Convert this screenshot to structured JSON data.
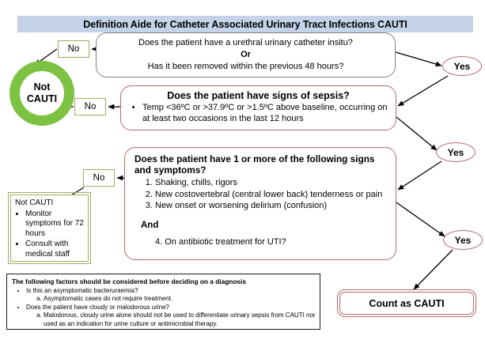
{
  "title": {
    "text": "Definition Aide for Catheter Associated Urinary Tract Infections CAUTI",
    "banner_color": "#c5d3e8"
  },
  "colors": {
    "banner": "#c5d3e8",
    "green_ring": "#7dc242",
    "olive_border": "#a5ab60",
    "red_border": "#b5696e",
    "gray_border": "#808080",
    "black": "#000000"
  },
  "question1": {
    "line1": "Does the patient have a urethral urinary catheter insitu?",
    "or": "Or",
    "line2": "Has it been removed within the previous 48 hours?"
  },
  "question2": {
    "heading": "Does the patient have signs of sepsis?",
    "bullets": [
      "Temp <36ºC or >37.9ºC or >1.5ºC above baseline, occurring on at least two occasions in the last 12 hours"
    ]
  },
  "question3": {
    "heading": "Does the patient have 1 or more of the following signs and symptoms?",
    "numbered": [
      "Shaking, chills, rigors",
      "New costovertebral (central lower back) tenderness or pain",
      "New onset or worsening delirium (confusion)"
    ],
    "and": "And",
    "item4": "4. On antibiotic treatment for UTI?"
  },
  "decisions": {
    "no_labels": [
      "No",
      "No",
      "No"
    ],
    "yes_labels": [
      "Yes",
      "Yes",
      "Yes"
    ]
  },
  "not_cauti_node": {
    "line1": "Not",
    "line2": "CAUTI"
  },
  "not_cauti_box": {
    "heading": "Not CAUTI",
    "bullets": [
      "Monitor symptoms for 72 hours",
      "Consult with medical staff"
    ]
  },
  "outcome": {
    "label": "Count as CAUTI"
  },
  "footnote": {
    "heading": "The following factors should be considered before deciding on a diagnosis",
    "items": [
      {
        "text": "Is this an asymptomatic bacteruraemia?",
        "sub": [
          "Asymptomatic cases do not require treatment."
        ]
      },
      {
        "text": "Does the patient have cloudy or malodorous urine?",
        "sub": [
          "Malodorous, cloudy urine alone should not be used to differentiate urinary sepsis from CAUTI nor used as an indication for urine culture or antimicrobial therapy."
        ]
      }
    ]
  }
}
